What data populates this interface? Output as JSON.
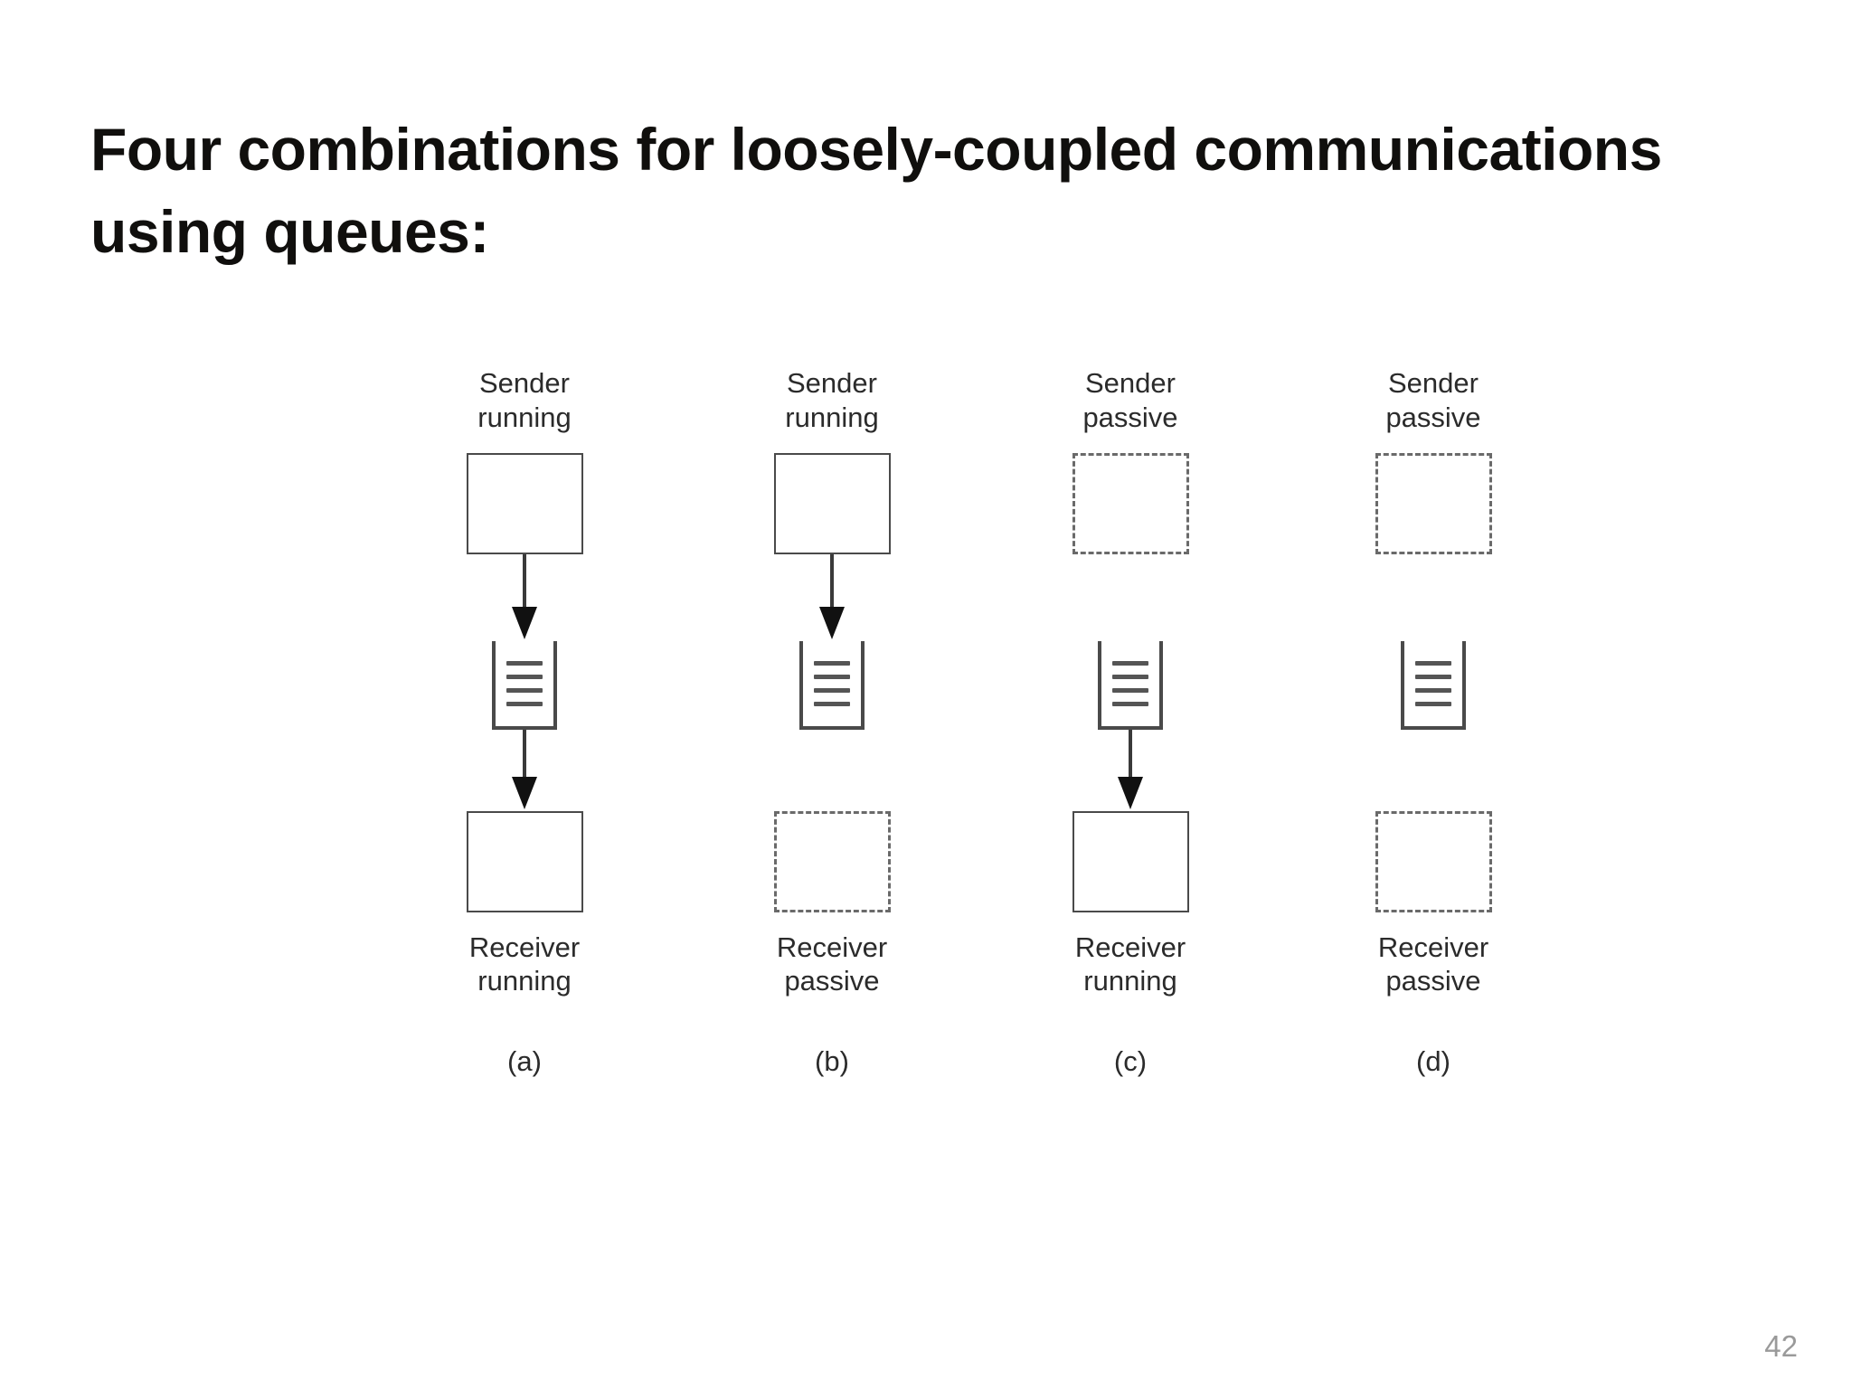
{
  "slide": {
    "title": "Four combinations for loosely-coupled communications using queues:",
    "page_number": "42",
    "page_number_color": "#9a9a9a",
    "background_color": "#ffffff",
    "title_color": "#100f0d"
  },
  "figure": {
    "type": "diagram",
    "queue_message_count": 4,
    "columns": [
      {
        "letter": "(a)",
        "sender_label": "Sender\nrunning",
        "sender_state": "running",
        "sender_box_style": "solid",
        "arrow_sender_to_queue": true,
        "arrow_queue_to_receiver": true,
        "receiver_label": "Receiver\nrunning",
        "receiver_state": "running",
        "receiver_box_style": "solid"
      },
      {
        "letter": "(b)",
        "sender_label": "Sender\nrunning",
        "sender_state": "running",
        "sender_box_style": "solid",
        "arrow_sender_to_queue": true,
        "arrow_queue_to_receiver": false,
        "receiver_label": "Receiver\npassive",
        "receiver_state": "passive",
        "receiver_box_style": "dashed"
      },
      {
        "letter": "(c)",
        "sender_label": "Sender\npassive",
        "sender_state": "passive",
        "sender_box_style": "dashed",
        "arrow_sender_to_queue": false,
        "arrow_queue_to_receiver": true,
        "receiver_label": "Receiver\nrunning",
        "receiver_state": "running",
        "receiver_box_style": "solid"
      },
      {
        "letter": "(d)",
        "sender_label": "Sender\npassive",
        "sender_state": "passive",
        "sender_box_style": "dashed",
        "arrow_sender_to_queue": false,
        "arrow_queue_to_receiver": false,
        "receiver_label": "Receiver\npassive",
        "receiver_state": "passive",
        "receiver_box_style": "dashed"
      }
    ]
  }
}
